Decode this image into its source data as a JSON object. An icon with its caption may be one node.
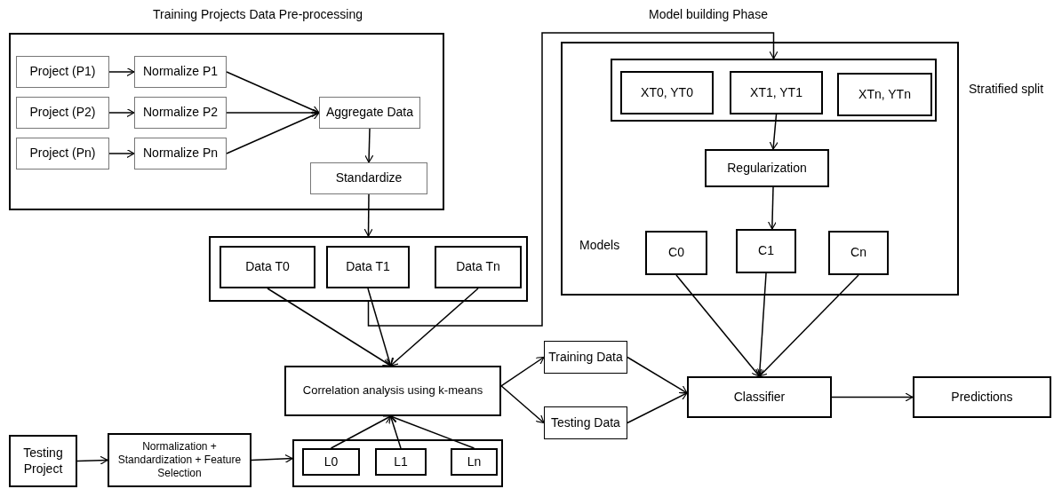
{
  "diagram": {
    "nodes": [
      {
        "text": [
          "Training Projects Data Pre-processing"
        ]
      },
      {
        "text": [
          "Project (P1)"
        ],
        "in": 0
      },
      {
        "text": [
          "Normalize P1"
        ],
        "in": 0
      },
      {
        "text": [
          "Project (P2)"
        ],
        "in": 0
      },
      {
        "text": [
          "Normalize P2"
        ],
        "in": 0
      },
      {
        "text": [
          "Project (Pn)"
        ],
        "in": 0
      },
      {
        "text": [
          "Normalize Pn"
        ],
        "in": 0
      },
      {
        "text": [
          "Aggregate Data"
        ],
        "in": 0
      },
      {
        "text": [
          "Standardize"
        ],
        "in": 0
      },
      {
        "text": [],
        "shape": "box"
      },
      {
        "text": [
          "Data T0"
        ],
        "in": 9
      },
      {
        "text": [
          "Data T1"
        ],
        "in": 9
      },
      {
        "text": [
          "Data Tn"
        ],
        "in": 9
      },
      {
        "text": [
          "Model building Phase"
        ]
      },
      {
        "text": [],
        "shape": "box",
        "in": 13,
        "beside": [
          "Stratified split"
        ]
      },
      {
        "text": [
          "XT0, YT0"
        ],
        "in": 14
      },
      {
        "text": [
          "XT1, YT1"
        ],
        "in": 14
      },
      {
        "text": [
          "XTn, YTn"
        ],
        "in": 14
      },
      {
        "text": [
          "Regularization"
        ],
        "in": 13
      },
      {
        "text": [
          "C0"
        ],
        "in": 13
      },
      {
        "text": [
          "C1"
        ],
        "in": 13
      },
      {
        "text": [
          "Cn"
        ],
        "in": 13
      },
      {
        "text": [
          "Correlation analysis using k-means"
        ]
      },
      {
        "text": [
          "Training Data"
        ]
      },
      {
        "text": [
          "Testing Data"
        ]
      },
      {
        "text": [
          "Classifier"
        ]
      },
      {
        "text": [
          "Predictions"
        ]
      },
      {
        "text": [
          "Testing Project"
        ]
      },
      {
        "text": [
          "Normalization + Standardization + Feature Selection"
        ]
      },
      {
        "text": [],
        "shape": "box"
      },
      {
        "text": [
          "L0"
        ],
        "in": 29
      },
      {
        "text": [
          "L1"
        ],
        "in": 29
      },
      {
        "text": [
          "Ln"
        ],
        "in": 29
      }
    ],
    "edges": [
      {
        "from": 1,
        "to": 2,
        "arrow": "to"
      },
      {
        "from": 3,
        "to": 4,
        "arrow": "to"
      },
      {
        "from": 5,
        "to": 6,
        "arrow": "to"
      },
      {
        "from": 2,
        "to": 7,
        "arrow": "to"
      },
      {
        "from": 4,
        "to": 7,
        "arrow": "to"
      },
      {
        "from": 6,
        "to": 7,
        "arrow": "to"
      },
      {
        "from": 7,
        "to": 8,
        "arrow": "to"
      },
      {
        "from": 8,
        "to": 9,
        "arrow": "to"
      },
      {
        "from": 10,
        "to": 22,
        "arrow": "to"
      },
      {
        "from": 11,
        "to": 22,
        "arrow": "to"
      },
      {
        "from": 12,
        "to": 22,
        "arrow": "to"
      },
      {
        "from": 9,
        "to": 14,
        "arrow": "to"
      },
      {
        "from": 16,
        "to": 18,
        "arrow": "to"
      },
      {
        "from": 18,
        "to": 20,
        "arrow": "to"
      },
      {
        "from": 19,
        "to": 25,
        "arrow": "to"
      },
      {
        "from": 20,
        "to": 25,
        "arrow": "to"
      },
      {
        "from": 21,
        "to": 25,
        "arrow": "to"
      },
      {
        "from": 22,
        "to": 23,
        "arrow": "to"
      },
      {
        "from": 22,
        "to": 24,
        "arrow": "to"
      },
      {
        "from": 23,
        "to": 25,
        "arrow": "to"
      },
      {
        "from": 24,
        "to": 25,
        "arrow": "to"
      },
      {
        "from": 25,
        "to": 26,
        "arrow": "to"
      },
      {
        "from": 27,
        "to": 28,
        "arrow": "to"
      },
      {
        "from": 28,
        "to": 29,
        "arrow": "to"
      },
      {
        "from": 30,
        "to": 22,
        "arrow": "to"
      },
      {
        "from": 31,
        "to": 22,
        "arrow": "to"
      },
      {
        "from": 32,
        "to": 22,
        "arrow": "to"
      }
    ],
    "labels": [
      "Models"
    ]
  }
}
